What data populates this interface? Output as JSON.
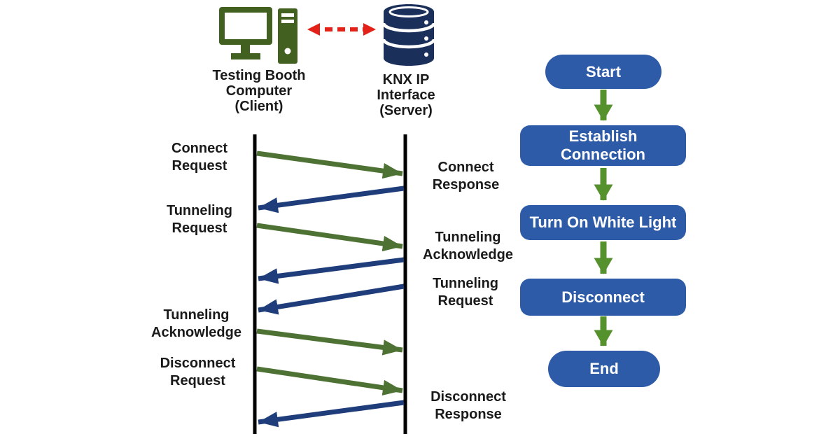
{
  "colors": {
    "flow_node_blue": "#2e5ba7",
    "flow_arrow_green": "#55922e",
    "sequence_arrow_green": "#4e7233",
    "sequence_arrow_blue": "#1e3d7a",
    "link_arrow_red": "#e32119",
    "computer_icon_green": "#42601f",
    "database_icon_navy": "#1a2f5a",
    "lifeline_black": "#000000",
    "label_text": "#1a1a1a"
  },
  "header": {
    "client": {
      "icon": "desktop-computer-icon",
      "label": "Testing Booth Computer (Client)",
      "lines": [
        "Testing Booth",
        "Computer",
        "(Client)"
      ]
    },
    "link": {
      "icon": "red-dashed-double-arrow-icon"
    },
    "server": {
      "icon": "database-icon",
      "label": "KNX IP Interface (Server)",
      "lines": [
        "KNX IP",
        "Interface",
        "(Server)"
      ]
    }
  },
  "sequence": {
    "participants": [
      "client",
      "server"
    ],
    "messages": [
      {
        "label": "Connect Request",
        "lines": [
          "Connect",
          "Request"
        ],
        "from": "client",
        "to": "server",
        "color": "green",
        "label_side": "left"
      },
      {
        "label": "Connect Response",
        "lines": [
          "Connect",
          "Response"
        ],
        "from": "server",
        "to": "client",
        "color": "blue",
        "label_side": "right"
      },
      {
        "label": "Tunneling Request",
        "lines": [
          "Tunneling",
          "Request"
        ],
        "from": "client",
        "to": "server",
        "color": "green",
        "label_side": "left"
      },
      {
        "label": "Tunneling Acknowledge",
        "lines": [
          "Tunneling",
          "Acknowledge"
        ],
        "from": "server",
        "to": "client",
        "color": "blue",
        "label_side": "right"
      },
      {
        "label": "Tunneling Request",
        "lines": [
          "Tunneling",
          "Request"
        ],
        "from": "server",
        "to": "client",
        "color": "blue",
        "label_side": "right"
      },
      {
        "label": "Tunneling Acknowledge",
        "lines": [
          "Tunneling",
          "Acknowledge"
        ],
        "from": "client",
        "to": "server",
        "color": "green",
        "label_side": "left"
      },
      {
        "label": "Disconnect Request",
        "lines": [
          "Disconnect",
          "Request"
        ],
        "from": "client",
        "to": "server",
        "color": "green",
        "label_side": "left"
      },
      {
        "label": "Disconnect Response",
        "lines": [
          "Disconnect",
          "Response"
        ],
        "from": "server",
        "to": "client",
        "color": "blue",
        "label_side": "right"
      }
    ]
  },
  "flowchart": {
    "nodes": [
      {
        "label": "Start",
        "lines": [
          "Start"
        ],
        "shape": "pill"
      },
      {
        "label": "Establish Connection",
        "lines": [
          "Establish",
          "Connection"
        ],
        "shape": "rounded-rect"
      },
      {
        "label": "Turn On White Light",
        "lines": [
          "Turn On White Light"
        ],
        "shape": "rounded-rect"
      },
      {
        "label": "Disconnect",
        "lines": [
          "Disconnect"
        ],
        "shape": "rounded-rect"
      },
      {
        "label": "End",
        "lines": [
          "End"
        ],
        "shape": "pill"
      }
    ]
  }
}
